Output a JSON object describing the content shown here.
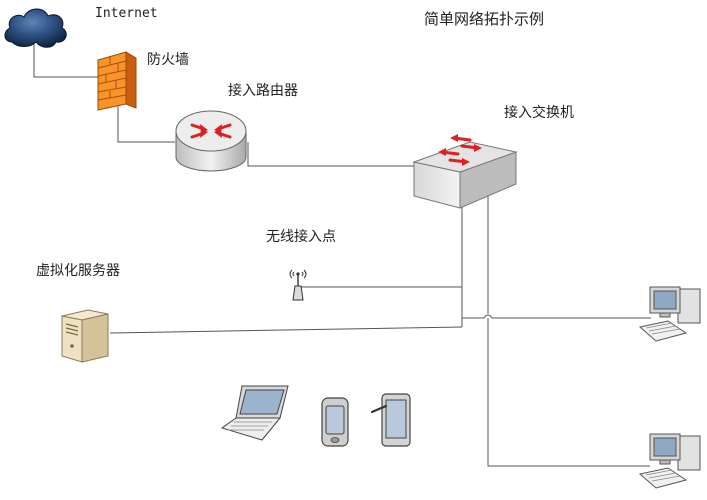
{
  "diagram": {
    "title": "简单网络拓扑示例",
    "nodes": {
      "internet": {
        "label": "Internet",
        "icon": "cloud-icon"
      },
      "firewall": {
        "label": "防火墙",
        "icon": "firewall-icon"
      },
      "router": {
        "label": "接入路由器",
        "icon": "router-icon"
      },
      "switch": {
        "label": "接入交换机",
        "icon": "switch-icon"
      },
      "wireless_ap": {
        "label": "无线接入点",
        "icon": "wireless-ap-icon"
      },
      "virtual_server": {
        "label": "虚拟化服务器",
        "icon": "server-icon"
      },
      "desktop_1": {
        "label": "",
        "icon": "desktop-computer-icon"
      },
      "desktop_2": {
        "label": "",
        "icon": "desktop-computer-icon"
      },
      "laptop": {
        "label": "",
        "icon": "laptop-icon"
      },
      "phone": {
        "label": "",
        "icon": "smartphone-icon"
      },
      "tablet": {
        "label": "",
        "icon": "tablet-icon"
      }
    },
    "connections": [
      [
        "internet",
        "firewall"
      ],
      [
        "firewall",
        "router"
      ],
      [
        "router",
        "switch"
      ],
      [
        "switch",
        "wireless_ap"
      ],
      [
        "switch",
        "virtual_server"
      ],
      [
        "switch",
        "desktop_1"
      ],
      [
        "switch",
        "desktop_2"
      ]
    ],
    "colors": {
      "line": "#555555",
      "firewall": "#f07a1a",
      "network_device": "#e8e8e8",
      "arrow": "#e02020",
      "cloud": "#1c3a63"
    }
  }
}
